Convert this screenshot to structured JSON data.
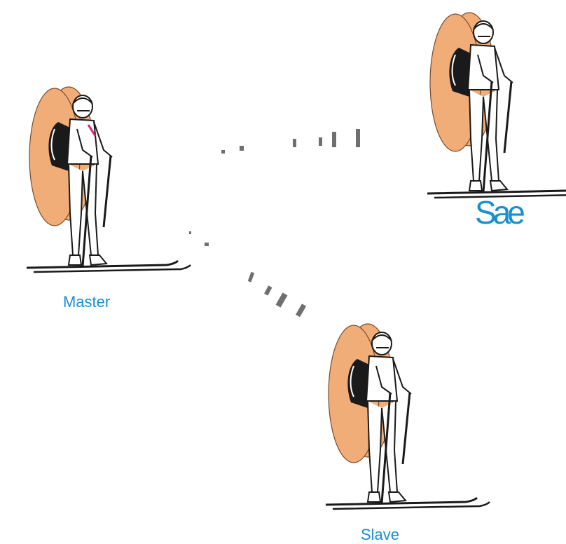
{
  "labels": {
    "master": "Master",
    "slave_right": "Sae",
    "slave_bottom": "Slave"
  },
  "colors": {
    "airbag": "#f0ad78",
    "airbag_edge": "#7a4a2a",
    "label": "#1a8fd0",
    "outline": "#1a1a1a",
    "signal": "#6f6f6f",
    "accent": "#e0207a"
  },
  "icons": [
    "skier-figure",
    "airbag-balloon",
    "backpack",
    "ski-poles",
    "skis",
    "signal-dashes"
  ]
}
